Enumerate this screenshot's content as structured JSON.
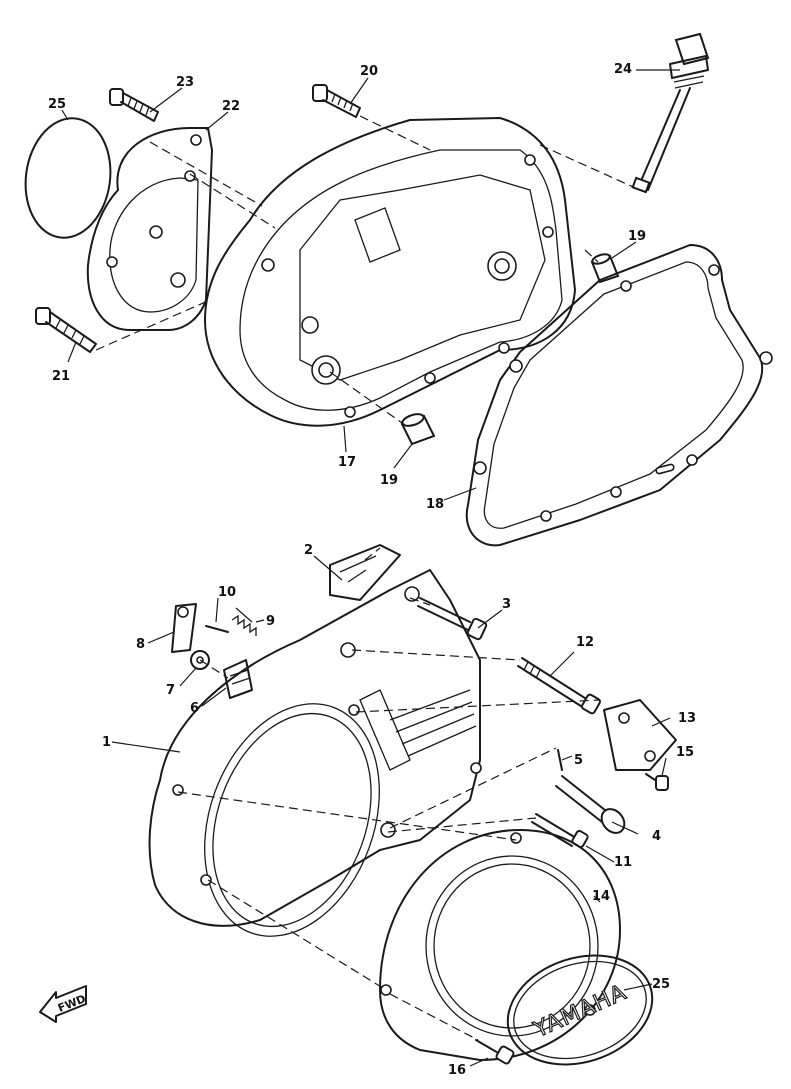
{
  "callouts": {
    "c1": "1",
    "c2": "2",
    "c3": "3",
    "c4": "4",
    "c5": "5",
    "c6": "6",
    "c7": "7",
    "c8": "8",
    "c9": "9",
    "c10": "10",
    "c11": "11",
    "c12": "12",
    "c13": "13",
    "c14": "14",
    "c15": "15",
    "c16": "16",
    "c17": "17",
    "c18": "18",
    "c19a": "19",
    "c19b": "19",
    "c20": "20",
    "c21": "21",
    "c22": "22",
    "c23": "23",
    "c24": "24",
    "c25a": "25",
    "c25b": "25"
  },
  "emblem": {
    "brand": "YAMAHA"
  },
  "direction": {
    "label": "FWD"
  }
}
